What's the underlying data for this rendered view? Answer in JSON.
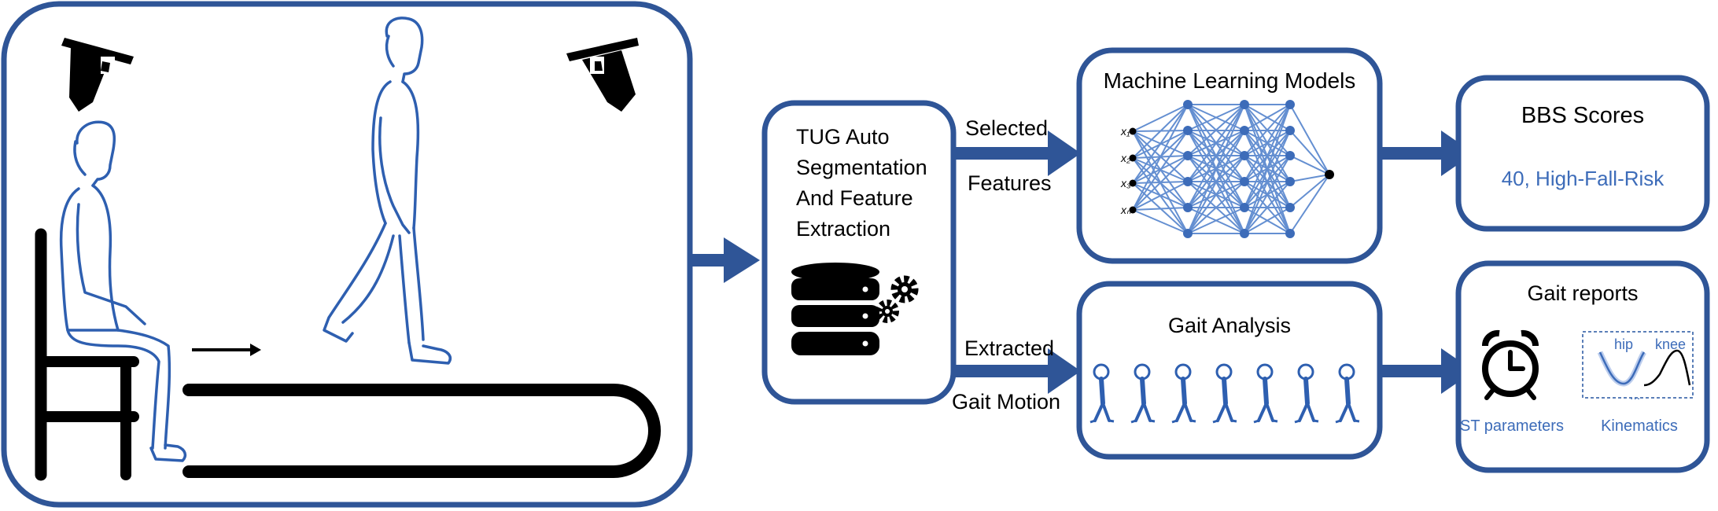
{
  "tug": {
    "title_lines": [
      "TUG Auto",
      "Segmentation",
      "And  Feature",
      "Extraction"
    ]
  },
  "arrows": {
    "selected_top": "Selected",
    "selected_bottom": "Features",
    "extracted_top": "Extracted",
    "extracted_bottom": "Gait Motion"
  },
  "ml": {
    "title": "Machine Learning Models",
    "inputs": [
      "x₁",
      "x₂",
      "x₃",
      "xₙ"
    ]
  },
  "bbs": {
    "title": "BBS Scores",
    "result": "40, High-Fall-Risk"
  },
  "gait": {
    "title": "Gait Analysis"
  },
  "reports": {
    "title": "Gait reports",
    "st_label": "ST parameters",
    "kin_label": "Kinematics",
    "hip": "hip",
    "knee": "knee",
    "dots": "..."
  },
  "colors": {
    "border": "#2f5597",
    "figure": "#2e5fb0",
    "accent": "#3d6cb9"
  }
}
